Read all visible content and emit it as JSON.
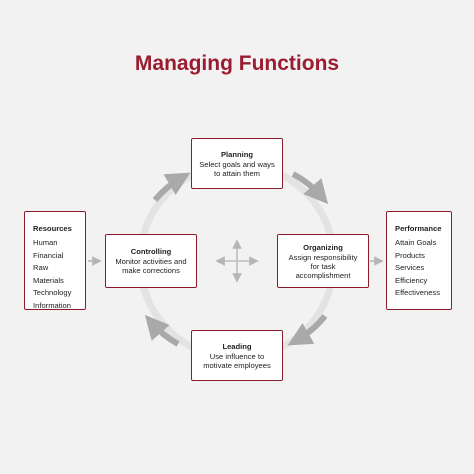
{
  "title": "Managing Functions",
  "functions": {
    "planning": {
      "heading": "Planning",
      "line1": "Select goals and ways",
      "line2": "to attain them"
    },
    "organizing": {
      "heading": "Organizing",
      "line1": "Assign responsibility",
      "line2": "for task",
      "line3": "accomplishment"
    },
    "leading": {
      "heading": "Leading",
      "line1": "Use influence to",
      "line2": "motivate employees"
    },
    "controlling": {
      "heading": "Controlling",
      "line1": "Monitor activities and",
      "line2": "make corrections"
    }
  },
  "resources": {
    "heading": "Resources",
    "items": [
      "Human",
      "Financial",
      "Raw Materials",
      "Technology",
      "Information"
    ]
  },
  "performance": {
    "heading": "Performance",
    "items": [
      "Attain Goals",
      "Products",
      "Services",
      "Efficiency",
      "Effectiveness"
    ]
  },
  "colors": {
    "title": "#9b1b30",
    "box_border": "#8b1c2c",
    "ring": "#e3e3e3",
    "arrow": "#a9a9a9",
    "background": "#f2f2f2"
  },
  "icons": [
    "cycle-arrow-icon",
    "four-way-arrow-icon",
    "input-arrow-icon",
    "output-arrow-icon"
  ]
}
